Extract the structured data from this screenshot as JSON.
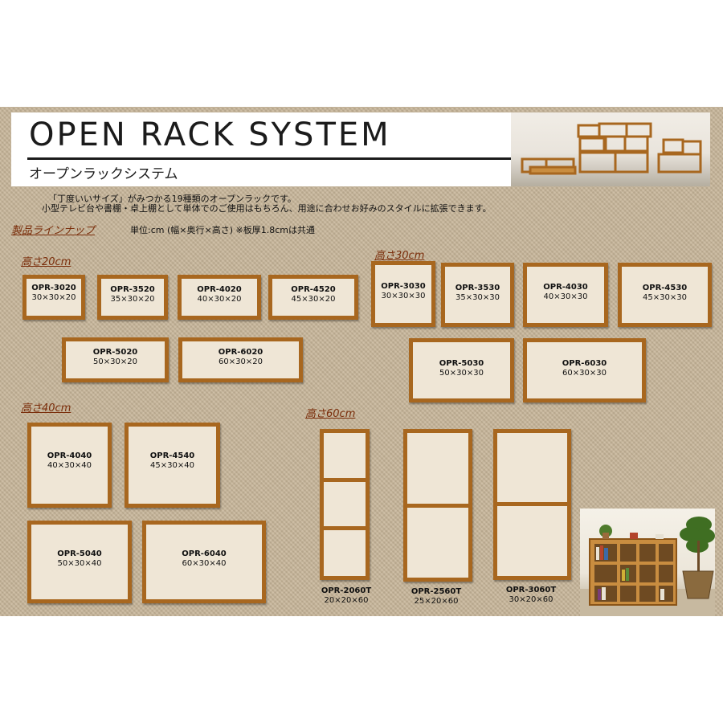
{
  "header": {
    "title": "OPEN RACK SYSTEM",
    "subtitle": "オープンラックシステム"
  },
  "description": {
    "line1": "「丁度いいサイズ」がみつかる19種類のオープンラックです。",
    "line2": "小型テレビ台や書棚・卓上棚として単体でのご使用はもちろん、用途に合わせお好みのスタイルに拡張できます。"
  },
  "lineup": {
    "heading": "製品ラインナップ",
    "unit_note": "単位:cm (幅×奥行×高さ) ※板厚1.8cmは共通"
  },
  "groups": {
    "h20": "高さ20cm",
    "h30": "高さ30cm",
    "h40": "高さ40cm",
    "h60": "高さ60cm"
  },
  "products": [
    {
      "code": "OPR-3020",
      "size": "30×30×20"
    },
    {
      "code": "OPR-3520",
      "size": "35×30×20"
    },
    {
      "code": "OPR-4020",
      "size": "40×30×20"
    },
    {
      "code": "OPR-4520",
      "size": "45×30×20"
    },
    {
      "code": "OPR-5020",
      "size": "50×30×20"
    },
    {
      "code": "OPR-6020",
      "size": "60×30×20"
    },
    {
      "code": "OPR-3030",
      "size": "30×30×30"
    },
    {
      "code": "OPR-3530",
      "size": "35×30×30"
    },
    {
      "code": "OPR-4030",
      "size": "40×30×30"
    },
    {
      "code": "OPR-4530",
      "size": "45×30×30"
    },
    {
      "code": "OPR-5030",
      "size": "50×30×30"
    },
    {
      "code": "OPR-6030",
      "size": "60×30×30"
    },
    {
      "code": "OPR-4040",
      "size": "40×30×40"
    },
    {
      "code": "OPR-4540",
      "size": "45×30×40"
    },
    {
      "code": "OPR-5040",
      "size": "50×30×40"
    },
    {
      "code": "OPR-6040",
      "size": "60×30×40"
    },
    {
      "code": "OPR-2060T",
      "size": "20×20×60"
    },
    {
      "code": "OPR-2560T",
      "size": "25×20×60"
    },
    {
      "code": "OPR-3060T",
      "size": "30×20×60"
    }
  ],
  "colors": {
    "wood": "#c98d40",
    "wood_edge": "#a8671f",
    "panel": "#c8b69a",
    "group_label": "#7a2d0a"
  }
}
